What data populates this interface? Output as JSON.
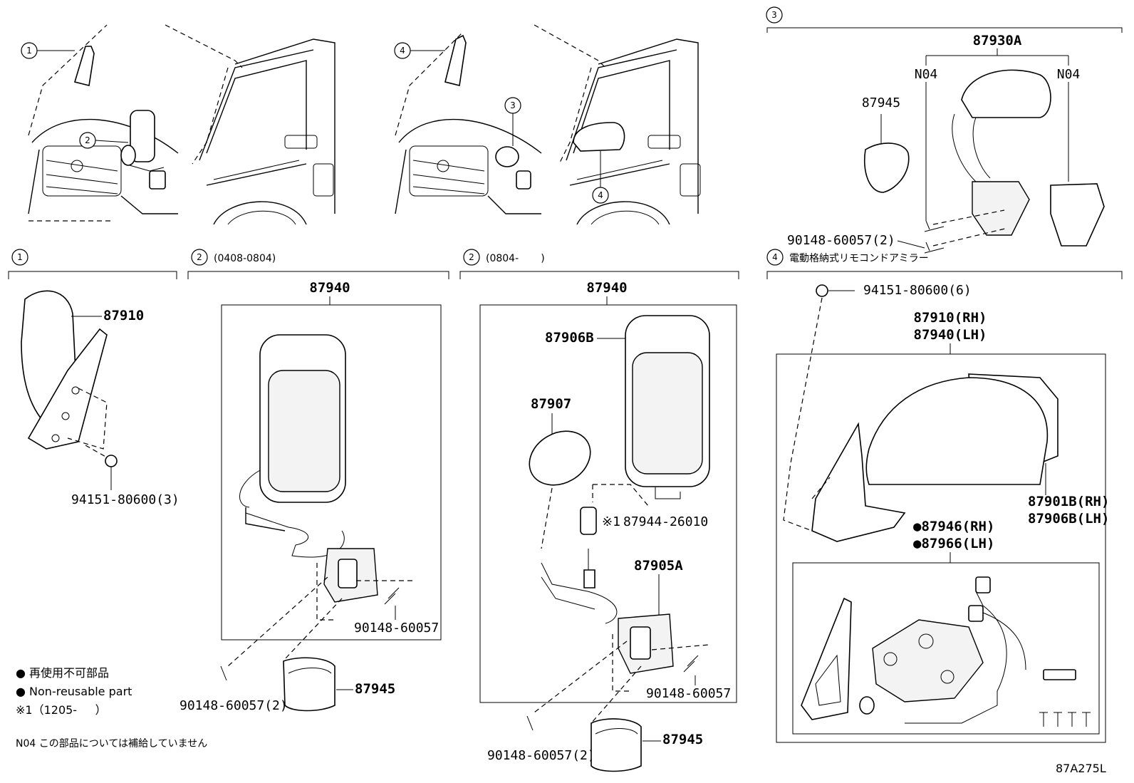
{
  "callouts": {
    "c1": "1",
    "c2": "2",
    "c3": "3",
    "c4": "4"
  },
  "overview": {
    "van_left_callouts": [
      "1",
      "2"
    ],
    "van_right_callouts": [
      "4",
      "3",
      "4"
    ]
  },
  "section3": {
    "callout": "3",
    "assembly": "87930A",
    "note_left": "N04",
    "note_right": "N04",
    "cover": "87945",
    "screw": "90148-60057(2)"
  },
  "section1": {
    "callout": "1",
    "mirror": "87910",
    "nut": "94151-80600(3)"
  },
  "section2a": {
    "callout": "2",
    "period": "(0408-0804)",
    "assembly": "87940",
    "screw_upper": "90148-60057",
    "screw_lower": "90148-60057(2)",
    "cover": "87945"
  },
  "section2b": {
    "callout": "2",
    "period": "(0804-       )",
    "assembly": "87940",
    "mirror_head": "87906B",
    "sub_mirror": "87907",
    "ref_mark": "※1",
    "pin": "87944-26010",
    "bracket": "87905A",
    "screw_right": "90148-60057",
    "screw_lower": "90148-60057(2)",
    "cover": "87945"
  },
  "section4": {
    "callout": "4",
    "title": "電動格納式リモコンドアミラー",
    "nut": "94151-80600(6)",
    "assy_rh": "87910(RH)",
    "assy_lh": "87940(LH)",
    "cover_rh": "87901B(RH)",
    "cover_lh": "87906B(LH)",
    "motor_rh": "●87946(RH)",
    "motor_lh": "●87966(LH)"
  },
  "legend": {
    "nonreusable_jp": "● 再使用不可部品",
    "nonreusable_en": "● Non-reusable part",
    "ref_note": "※1（1205-     ）",
    "n04_note": "N04 この部品については補給していません"
  },
  "figure_code": "87A275L"
}
